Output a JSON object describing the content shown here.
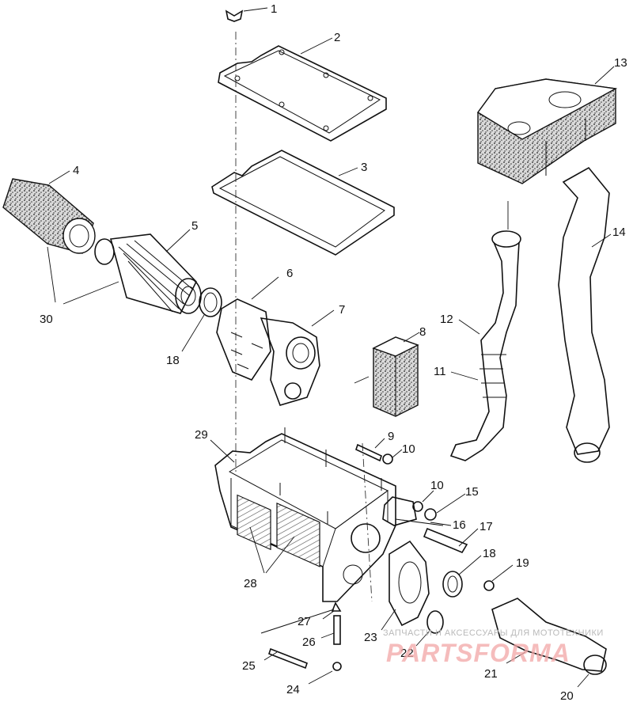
{
  "callouts": [
    {
      "id": "c1",
      "text": "1"
    },
    {
      "id": "c2",
      "text": "2"
    },
    {
      "id": "c3",
      "text": "3"
    },
    {
      "id": "c4",
      "text": "4"
    },
    {
      "id": "c5",
      "text": "5"
    },
    {
      "id": "c6",
      "text": "6"
    },
    {
      "id": "c7",
      "text": "7"
    },
    {
      "id": "c8",
      "text": "8"
    },
    {
      "id": "c9",
      "text": "9"
    },
    {
      "id": "c10a",
      "text": "10"
    },
    {
      "id": "c10b",
      "text": "10"
    },
    {
      "id": "c11",
      "text": "11"
    },
    {
      "id": "c12",
      "text": "12"
    },
    {
      "id": "c13",
      "text": "13"
    },
    {
      "id": "c14",
      "text": "14"
    },
    {
      "id": "c15",
      "text": "15"
    },
    {
      "id": "c16",
      "text": "16"
    },
    {
      "id": "c17",
      "text": "17"
    },
    {
      "id": "c18a",
      "text": "18"
    },
    {
      "id": "c18b",
      "text": "18"
    },
    {
      "id": "c19",
      "text": "19"
    },
    {
      "id": "c20",
      "text": "20"
    },
    {
      "id": "c21",
      "text": "21"
    },
    {
      "id": "c22",
      "text": "22"
    },
    {
      "id": "c23",
      "text": "23"
    },
    {
      "id": "c24",
      "text": "24"
    },
    {
      "id": "c25",
      "text": "25"
    },
    {
      "id": "c26",
      "text": "26"
    },
    {
      "id": "c27",
      "text": "27"
    },
    {
      "id": "c28",
      "text": "28"
    },
    {
      "id": "c29",
      "text": "29"
    },
    {
      "id": "c30",
      "text": "30"
    }
  ],
  "watermark": {
    "tagline": "ЗАПЧАСТИ И АКСЕССУАРЫ ДЛЯ МОТОТЕХНИКИ",
    "brand": "PARTSFORMA"
  },
  "colors": {
    "line": "#111111",
    "background": "#ffffff",
    "watermark_brand": "#f2a5a5",
    "watermark_tagline": "#b9b9b9"
  }
}
